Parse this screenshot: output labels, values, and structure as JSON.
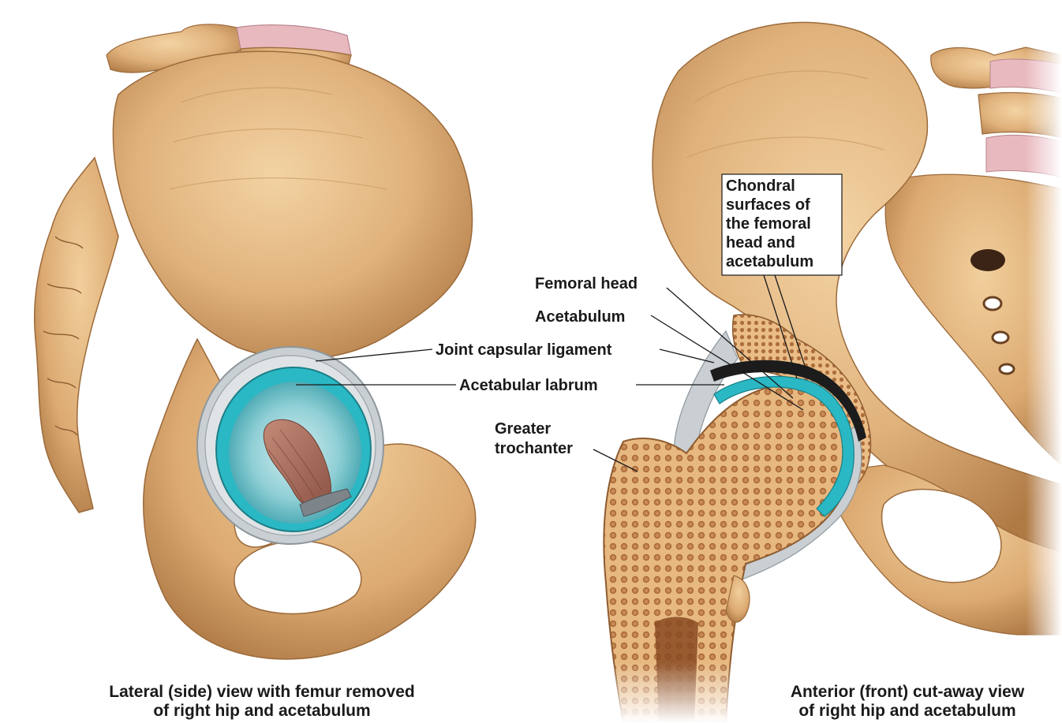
{
  "labels": {
    "joint_capsular_ligament": "Joint capsular ligament",
    "acetabular_labrum": "Acetabular labrum",
    "femoral_head": "Femoral head",
    "acetabulum": "Acetabulum",
    "greater_trochanter": [
      "Greater",
      "trochanter"
    ],
    "chondral_surfaces": [
      "Chondral",
      "surfaces of",
      "the femoral",
      "head and",
      "acetabulum"
    ]
  },
  "captions": {
    "lateral_view": [
      "Lateral (side) view with femur removed",
      "of right hip and acetabulum"
    ],
    "anterior_view": [
      "Anterior (front) cut-away view",
      "of right hip and acetabulum"
    ]
  },
  "colors": {
    "bone": "#e0b27c",
    "bone_shadow": "#b07a45",
    "bone_highlight": "#f3d3a3",
    "cartilage": "#2ab8c4",
    "capsule": "#c9cfd3",
    "ligament": "#a8695a",
    "disc": "#e9b9c0",
    "cancellous": "#e3b277"
  }
}
